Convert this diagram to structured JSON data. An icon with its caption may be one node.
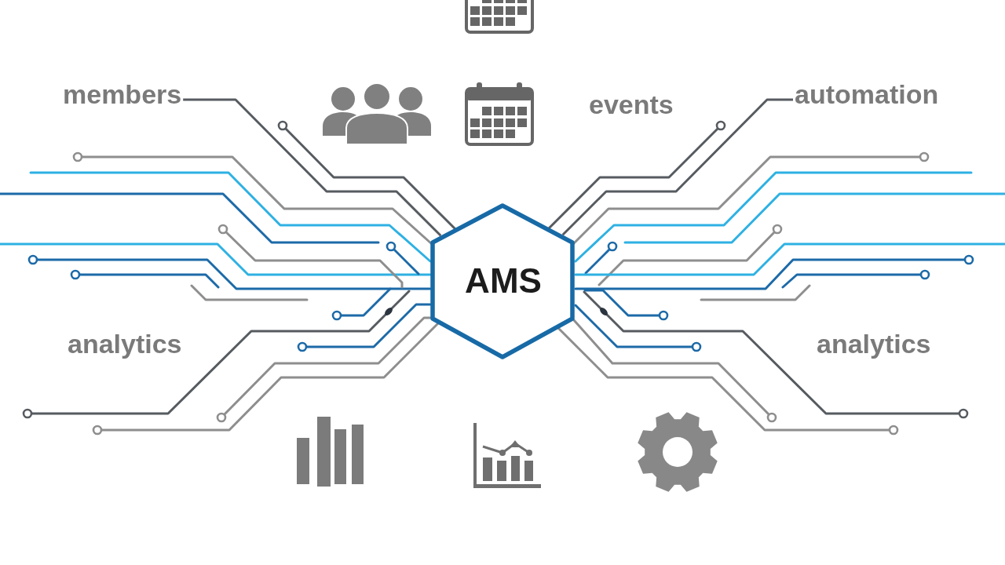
{
  "diagram": {
    "nodes": [
      {
        "text": [
          "members"
        ]
      },
      {
        "text": [
          "automation"
        ]
      },
      {
        "text": [
          "AMS"
        ]
      }
    ],
    "edges": [
      {
        "from": 0,
        "to": 2,
        "arrow": "none"
      },
      {
        "from": 1,
        "to": 2,
        "arrow": "none"
      }
    ],
    "labels": [
      "events",
      "analytics",
      "analytics"
    ]
  }
}
